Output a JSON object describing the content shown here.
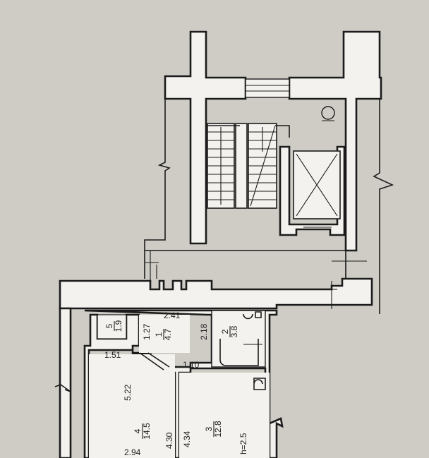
{
  "labels": {
    "dim_2_41": "2.41",
    "dim_1_27": "1.27",
    "dim_2_18": "2.18",
    "dim_1_51": "1.51",
    "dim_1_10": "1.10",
    "dim_5_22": "5.22",
    "dim_4_30": "4.30",
    "dim_4_34": "4.34",
    "dim_2_94": "2.94",
    "ceiling_height": "h=2.5"
  },
  "rooms": [
    {
      "number": "5",
      "area": "1.9"
    },
    {
      "number": "1",
      "area": "4.7"
    },
    {
      "number": "2",
      "area": "3.8"
    },
    {
      "number": "4",
      "area": "14.5"
    },
    {
      "number": "3",
      "area": "12.8"
    }
  ],
  "colors": {
    "paper": "#cfccc6",
    "wall_fill": "#f3f2ee",
    "line": "#1b1b1b"
  }
}
